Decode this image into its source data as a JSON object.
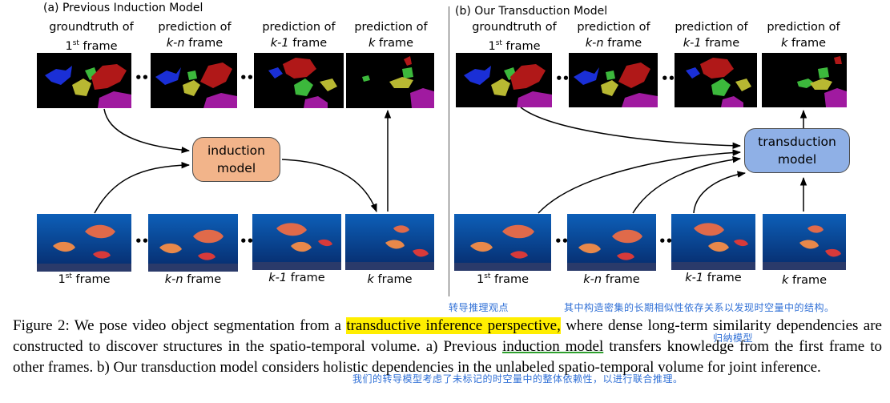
{
  "left": {
    "title": "(a) Previous Induction Model",
    "top_labels": [
      {
        "l1": "groundtruth of",
        "l2a": "1",
        "l2sup": "st",
        "l2b": " frame"
      },
      {
        "l1": "prediction of",
        "l2a": "k-n",
        "l2sup": "",
        "l2b": " frame"
      },
      {
        "l1": "prediction of",
        "l2a": "k-1",
        "l2sup": "",
        "l2b": " frame"
      },
      {
        "l1": "prediction of",
        "l2a": "k",
        "l2sup": "",
        "l2b": " frame"
      }
    ],
    "model": {
      "line1": "induction",
      "line2": "model",
      "color": "#f2b48a"
    },
    "bottom_labels": [
      {
        "a": "1",
        "sup": "st",
        "b": "  frame"
      },
      {
        "a": "k-n",
        "sup": "",
        "b": " frame"
      },
      {
        "a": "k-1",
        "sup": "",
        "b": " frame"
      },
      {
        "a": "k",
        "sup": "",
        "b": " frame"
      }
    ]
  },
  "right": {
    "title": "(b) Our Transduction Model",
    "top_labels": [
      {
        "l1": "groundtruth of",
        "l2a": "1",
        "l2sup": "st",
        "l2b": "  frame"
      },
      {
        "l1": "prediction of",
        "l2a": "k-n",
        "l2sup": "",
        "l2b": " frame"
      },
      {
        "l1": "prediction of",
        "l2a": "k-1",
        "l2sup": "",
        "l2b": " frame"
      },
      {
        "l1": "prediction of",
        "l2a": "k",
        "l2sup": "",
        "l2b": " frame"
      }
    ],
    "model": {
      "line1": "transduction",
      "line2": "model",
      "color": "#8fb0e6"
    },
    "bottom_labels": [
      {
        "a": "1",
        "sup": "st",
        "b": "  frame"
      },
      {
        "a": "k-n",
        "sup": "",
        "b": " frame"
      },
      {
        "a": "k-1",
        "sup": "",
        "b": " frame"
      },
      {
        "a": "k",
        "sup": "",
        "b": " frame"
      }
    ]
  },
  "dots_glyph": "••",
  "annotations": {
    "note1": "转导推理观点",
    "note2": "其中构造密集的长期相似性依存关系以发现时空量中的结构。",
    "note3": "归纳模型",
    "note4": "我们的转导模型考虑了未标记的时空量中的整体依赖性，以进行联合推理。"
  },
  "caption": {
    "p1": "Figure 2: We pose video object segmentation from a ",
    "highlight": "transductive inference perspective,",
    "p2": " where dense long-term similarity dependencies are constructed to discover structures in the spatio-temporal volume.  a) Previous ",
    "underline": "induction model",
    "p3": " transfers knowledge from the first frame to other frames.  b) Our transduction model considers holistic dependencies in the unlabeled spatio-temporal volume for joint inference."
  },
  "colors": {
    "fish_blue": "#1a2fd6",
    "fish_red": "#b01818",
    "fish_yellow": "#b8b832",
    "fish_green": "#3cb83c",
    "fish_magenta": "#a01aa0"
  }
}
